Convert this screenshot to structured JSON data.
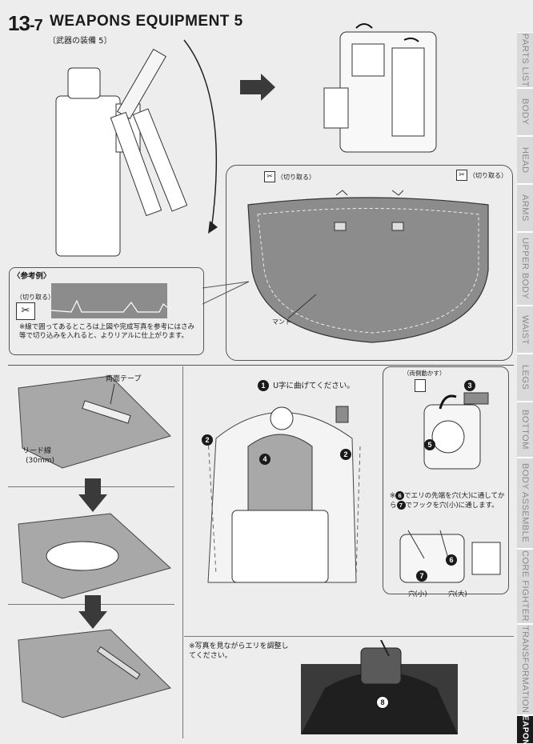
{
  "header": {
    "step_number": "13",
    "step_sub": "-7",
    "title": "WEAPONS EQUIPMENT 5",
    "subtitle": "〔武器の装備 5〕"
  },
  "sidebar": {
    "tabs": [
      {
        "label": "PARTS LIST",
        "active": false
      },
      {
        "label": "BODY",
        "active": false
      },
      {
        "label": "HEAD",
        "active": false
      },
      {
        "label": "ARMS",
        "active": false
      },
      {
        "label": "UPPER BODY",
        "active": false
      },
      {
        "label": "WAIST",
        "active": false
      },
      {
        "label": "LEGS",
        "active": false
      },
      {
        "label": "BOTTOM",
        "active": false
      },
      {
        "label": "BODY ASSEMBLE",
        "active": false
      },
      {
        "label": "CORE FIGHTER",
        "active": false
      },
      {
        "label": "TRANSFORMATION",
        "active": false
      },
      {
        "label": "WEAPONS",
        "active": true
      }
    ]
  },
  "mantle_section": {
    "cut_label_left": "（切り取る）",
    "cut_label_right": "（切り取る）",
    "mantle_label": "マント"
  },
  "reference": {
    "title": "〈参考例〉",
    "cut_label": "（切り取る）",
    "note": "※線で囲ってあるところは上図や完成写真を参考にはさみ等で切り込みを入れると、よりリアルに仕上がります。"
  },
  "tape_section": {
    "tape_label": "両面テープ",
    "lead_label": "リード線",
    "lead_length": "(30mm)"
  },
  "assembly": {
    "step1_num": "1",
    "step1_text": "U字に曲げてください。",
    "step2_num": "2",
    "step4_num": "4"
  },
  "hook_section": {
    "move_label": "（両側動かす）",
    "step3_num": "3",
    "step5_num": "5",
    "note_a": "※",
    "note_num6": "6",
    "note_b": "でエリの先端を穴(大)に通してから",
    "note_num7": "7",
    "note_c": "でフックを穴(小)に通します。",
    "step6_num": "6",
    "step7_num": "7",
    "hole_small": "穴(小)",
    "hole_large": "穴(大)"
  },
  "photo_section": {
    "note": "※写真を見ながらエリを調整してください。",
    "step8_num": "8"
  }
}
